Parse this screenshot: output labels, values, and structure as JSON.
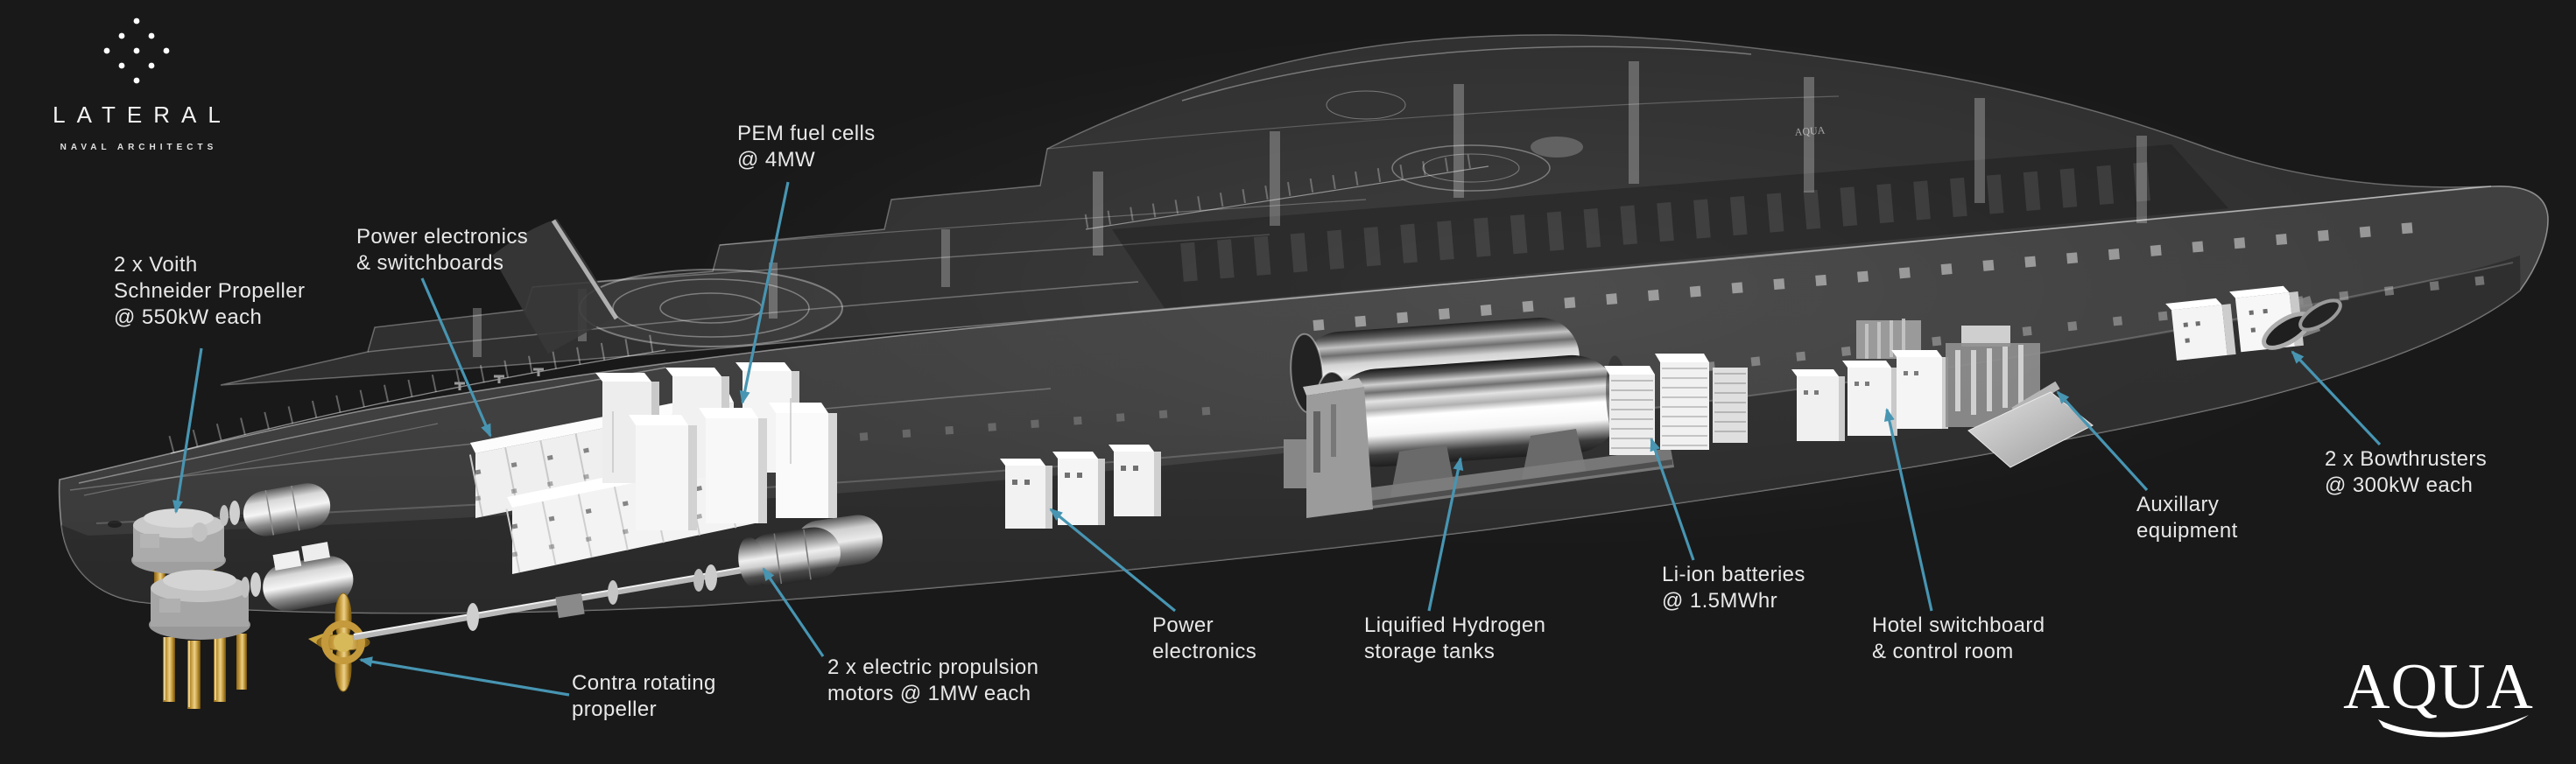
{
  "background_color": "#191919",
  "accent_color": "#4795b2",
  "branding": {
    "lateral": {
      "name": "LATERAL",
      "subtitle": "NAVAL ARCHITECTS"
    },
    "aqua": {
      "name": "AQUA"
    }
  },
  "callouts": {
    "voith": {
      "line1": "2 x Voith",
      "line2": "Schneider Propeller",
      "line3": "@ 550kW each"
    },
    "switchboards": {
      "line1": "Power electronics",
      "line2": "& switchboards"
    },
    "pem": {
      "line1": "PEM fuel cells",
      "line2": "@ 4MW"
    },
    "contra": {
      "line1": "Contra rotating",
      "line2": "propeller"
    },
    "motors": {
      "line1": "2 x electric propulsion",
      "line2": "motors @ 1MW each"
    },
    "power_electronics": {
      "line1": "Power",
      "line2": "electronics"
    },
    "hydrogen": {
      "line1": "Liquified Hydrogen",
      "line2": "storage tanks"
    },
    "liion": {
      "line1": "Li-ion batteries",
      "line2": "@ 1.5MWhr"
    },
    "hotel": {
      "line1": "Hotel switchboard",
      "line2": "& control room"
    },
    "aux": {
      "line1": "Auxillary",
      "line2": "equipment"
    },
    "bowthrusters": {
      "line1": "2 x Bowthrusters",
      "line2": "@ 300kW each"
    }
  }
}
